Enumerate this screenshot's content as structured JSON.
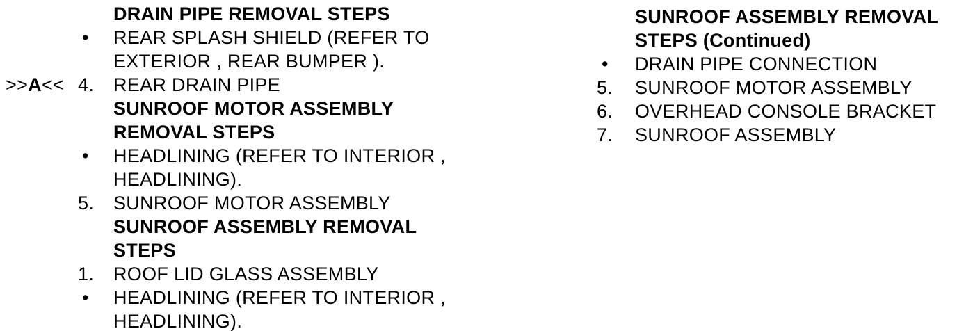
{
  "colors": {
    "background": "#ffffff",
    "text": "#000000"
  },
  "left_column": {
    "lines": [
      {
        "prefix": "",
        "text": "DRAIN PIPE REMOVAL STEPS"
      },
      {
        "prefix": "•",
        "text": "REAR SPLASH SHIELD (REFER TO"
      },
      {
        "prefix": "",
        "text": "EXTERIOR , REAR BUMPER )."
      },
      {
        "marker_pre": ">>",
        "marker_letter": "A",
        "marker_post": "<<",
        "prefix": "4.",
        "text": "REAR DRAIN PIPE"
      },
      {
        "prefix": "",
        "text": "SUNROOF MOTOR ASSEMBLY"
      },
      {
        "prefix": "",
        "text": "REMOVAL STEPS"
      },
      {
        "prefix": "•",
        "text": "HEADLINING (REFER TO INTERIOR ,"
      },
      {
        "prefix": "",
        "text": "HEADLINING)."
      },
      {
        "prefix": "5.",
        "text": "SUNROOF MOTOR ASSEMBLY"
      },
      {
        "prefix": "",
        "text": "SUNROOF ASSEMBLY REMOVAL"
      },
      {
        "prefix": "",
        "text": "STEPS"
      },
      {
        "prefix": "1.",
        "text": "ROOF LID GLASS ASSEMBLY"
      },
      {
        "prefix": "•",
        "text": "HEADLINING (REFER TO INTERIOR ,"
      },
      {
        "prefix": "",
        "text": "HEADLINING)."
      }
    ]
  },
  "right_column": {
    "lines": [
      {
        "prefix": "",
        "text": "SUNROOF ASSEMBLY REMOVAL"
      },
      {
        "prefix": "",
        "text": "STEPS (Continued)"
      },
      {
        "prefix": "•",
        "text": "DRAIN PIPE CONNECTION"
      },
      {
        "prefix": "5.",
        "text": "SUNROOF MOTOR ASSEMBLY"
      },
      {
        "prefix": "6.",
        "text": "OVERHEAD CONSOLE BRACKET"
      },
      {
        "prefix": "7.",
        "text": "SUNROOF ASSEMBLY"
      }
    ]
  }
}
